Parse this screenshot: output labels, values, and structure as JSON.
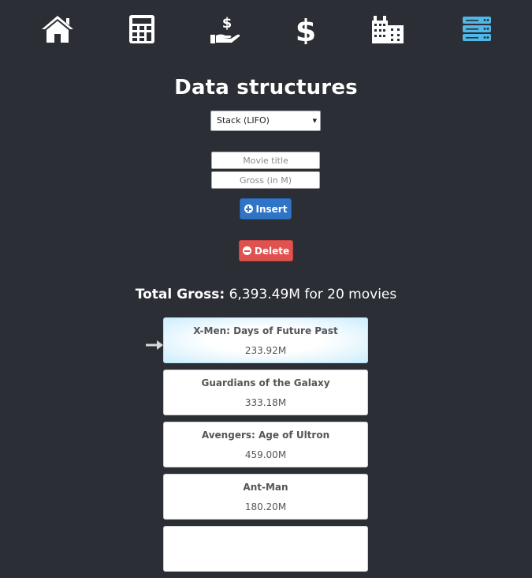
{
  "nav": {
    "items": [
      {
        "icon": "home-icon",
        "color": "#ffffff"
      },
      {
        "icon": "calculator-icon",
        "color": "#ffffff"
      },
      {
        "icon": "hand-dollar-icon",
        "color": "#ffffff"
      },
      {
        "icon": "dollar-icon",
        "color": "#ffffff"
      },
      {
        "icon": "city-icon",
        "color": "#ffffff"
      },
      {
        "icon": "server-icon",
        "color": "#4fb8e8",
        "active": true
      }
    ]
  },
  "page": {
    "title": "Data structures"
  },
  "structure_select": {
    "selected": "Stack (LIFO)"
  },
  "form": {
    "title_placeholder": "Movie title",
    "gross_placeholder": "Gross (in M)",
    "insert_label": "Insert",
    "delete_label": "Delete"
  },
  "summary": {
    "label": "Total Gross:",
    "value": "6,393.49M for 20 movies"
  },
  "stack": [
    {
      "title": "X-Men: Days of Future Past",
      "gross": "233.92M",
      "top": true
    },
    {
      "title": "Guardians of the Galaxy",
      "gross": "333.18M"
    },
    {
      "title": "Avengers: Age of Ultron",
      "gross": "459.00M"
    },
    {
      "title": "Ant-Man",
      "gross": "180.20M"
    },
    {
      "title": "",
      "gross": ""
    }
  ],
  "colors": {
    "background": "#2b2e35",
    "accent": "#4fb8e8",
    "insert": "#2f74c6",
    "delete": "#e0524f"
  }
}
